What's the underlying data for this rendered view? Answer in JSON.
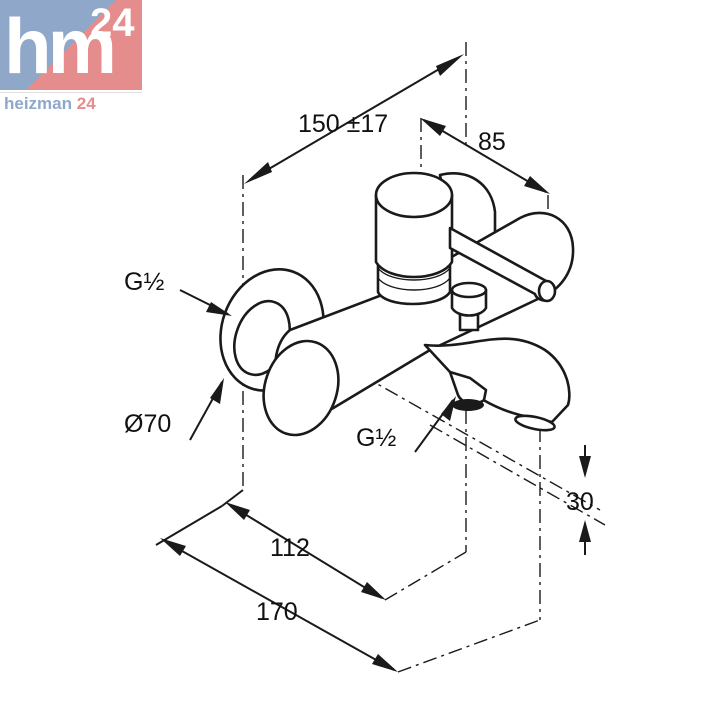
{
  "logo": {
    "mark": "hm",
    "number": "24",
    "brand_name": "heizman",
    "brand_number": "24",
    "colors": {
      "blue": "#8fa7c9",
      "red": "#e58c8c"
    }
  },
  "dimensions": {
    "width_range": "150 ±17",
    "depth_top": "85",
    "thread_inlet": "G½",
    "rosette_diameter": "Ø70",
    "thread_outlet": "G½",
    "outlet_height": "30",
    "spout_offset": "112",
    "spout_reach": "170"
  }
}
